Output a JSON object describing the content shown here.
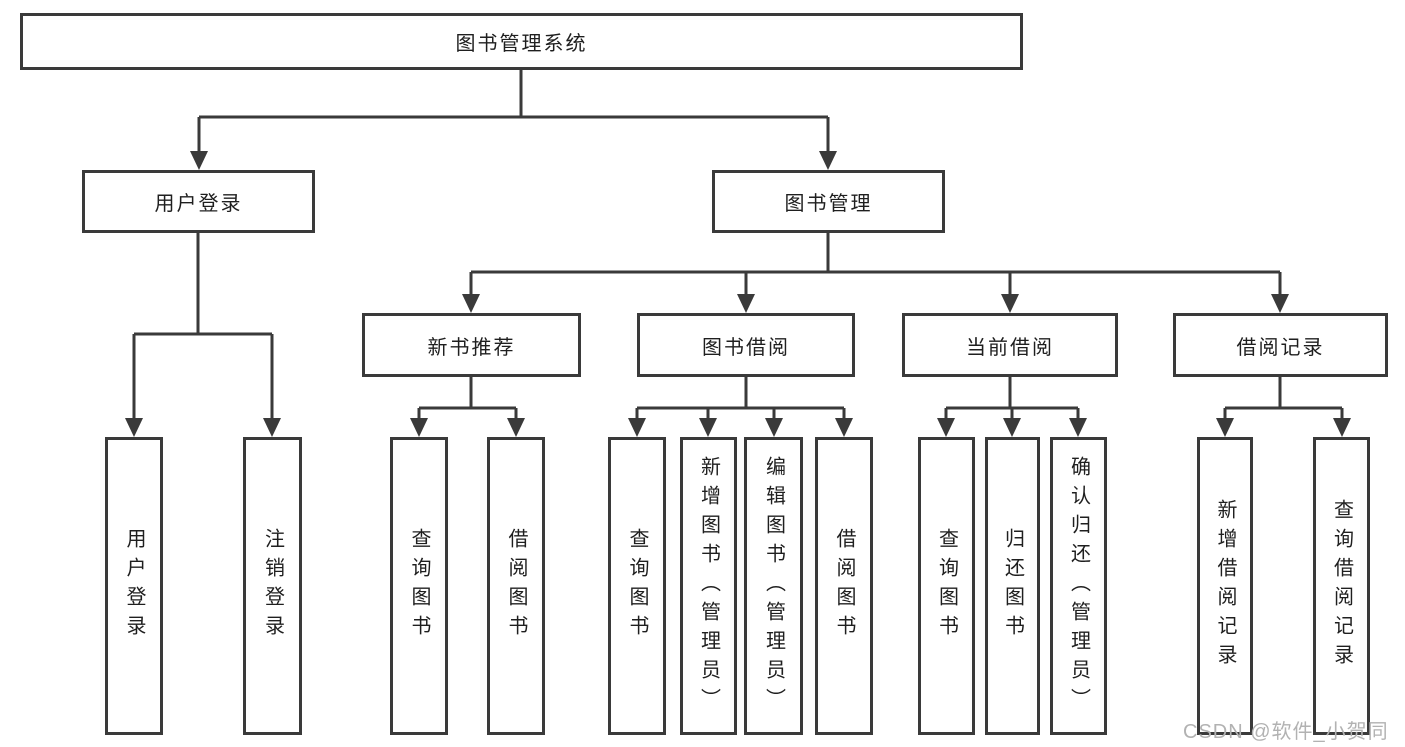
{
  "diagram": {
    "root": {
      "label": "图书管理系统"
    },
    "level2": [
      {
        "label": "用户登录"
      },
      {
        "label": "图书管理"
      }
    ],
    "level3": [
      {
        "label": "新书推荐"
      },
      {
        "label": "图书借阅"
      },
      {
        "label": "当前借阅"
      },
      {
        "label": "借阅记录"
      }
    ],
    "leaves": {
      "user_login": [
        {
          "label": "用户登录"
        },
        {
          "label": "注销登录"
        }
      ],
      "new_book": [
        {
          "label": "查询图书"
        },
        {
          "label": "借阅图书"
        }
      ],
      "book_borrow": [
        {
          "label": "查询图书"
        },
        {
          "label": "新增图书（管理员）"
        },
        {
          "label": "编辑图书（管理员）"
        },
        {
          "label": "借阅图书"
        }
      ],
      "current_borrow": [
        {
          "label": "查询图书"
        },
        {
          "label": "归还图书"
        },
        {
          "label": "确认归还（管理员）"
        }
      ],
      "borrow_records": [
        {
          "label": "新增借阅记录"
        },
        {
          "label": "查询借阅记录"
        }
      ]
    },
    "watermark": "CSDN @软件_小贺同学",
    "colors": {
      "line": "#3a3a3a",
      "text": "#1f1f1f",
      "watermark": "#b2b2b2",
      "background": "#ffffff"
    }
  }
}
